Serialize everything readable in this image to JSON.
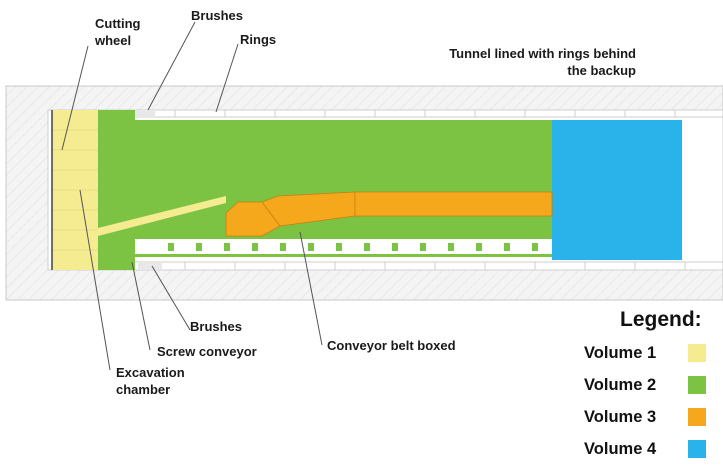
{
  "labels": {
    "cutting_wheel": [
      "Cutting",
      "wheel"
    ],
    "brushes_top": "Brushes",
    "rings": "Rings",
    "tunnel_lined": [
      "Tunnel lined with rings behind",
      "the backup"
    ],
    "brushes_bottom": "Brushes",
    "screw_conveyor": "Screw conveyor",
    "excavation_chamber": [
      "Excavation",
      "chamber"
    ],
    "conveyor_belt": "Conveyor belt boxed"
  },
  "legend": {
    "title": "Legend:",
    "items": [
      {
        "label": "Volume 1",
        "color": "#f5ec92"
      },
      {
        "label": "Volume 2",
        "color": "#7cc243"
      },
      {
        "label": "Volume 3",
        "color": "#f5a81c"
      },
      {
        "label": "Volume 4",
        "color": "#29b3ea"
      }
    ]
  },
  "colors": {
    "volume1": "#f5ec92",
    "volume2": "#7cc243",
    "volume3": "#f5a81c",
    "volume4": "#29b3ea",
    "ground": "#f3f3f3",
    "outline": "#bdbdbd"
  }
}
